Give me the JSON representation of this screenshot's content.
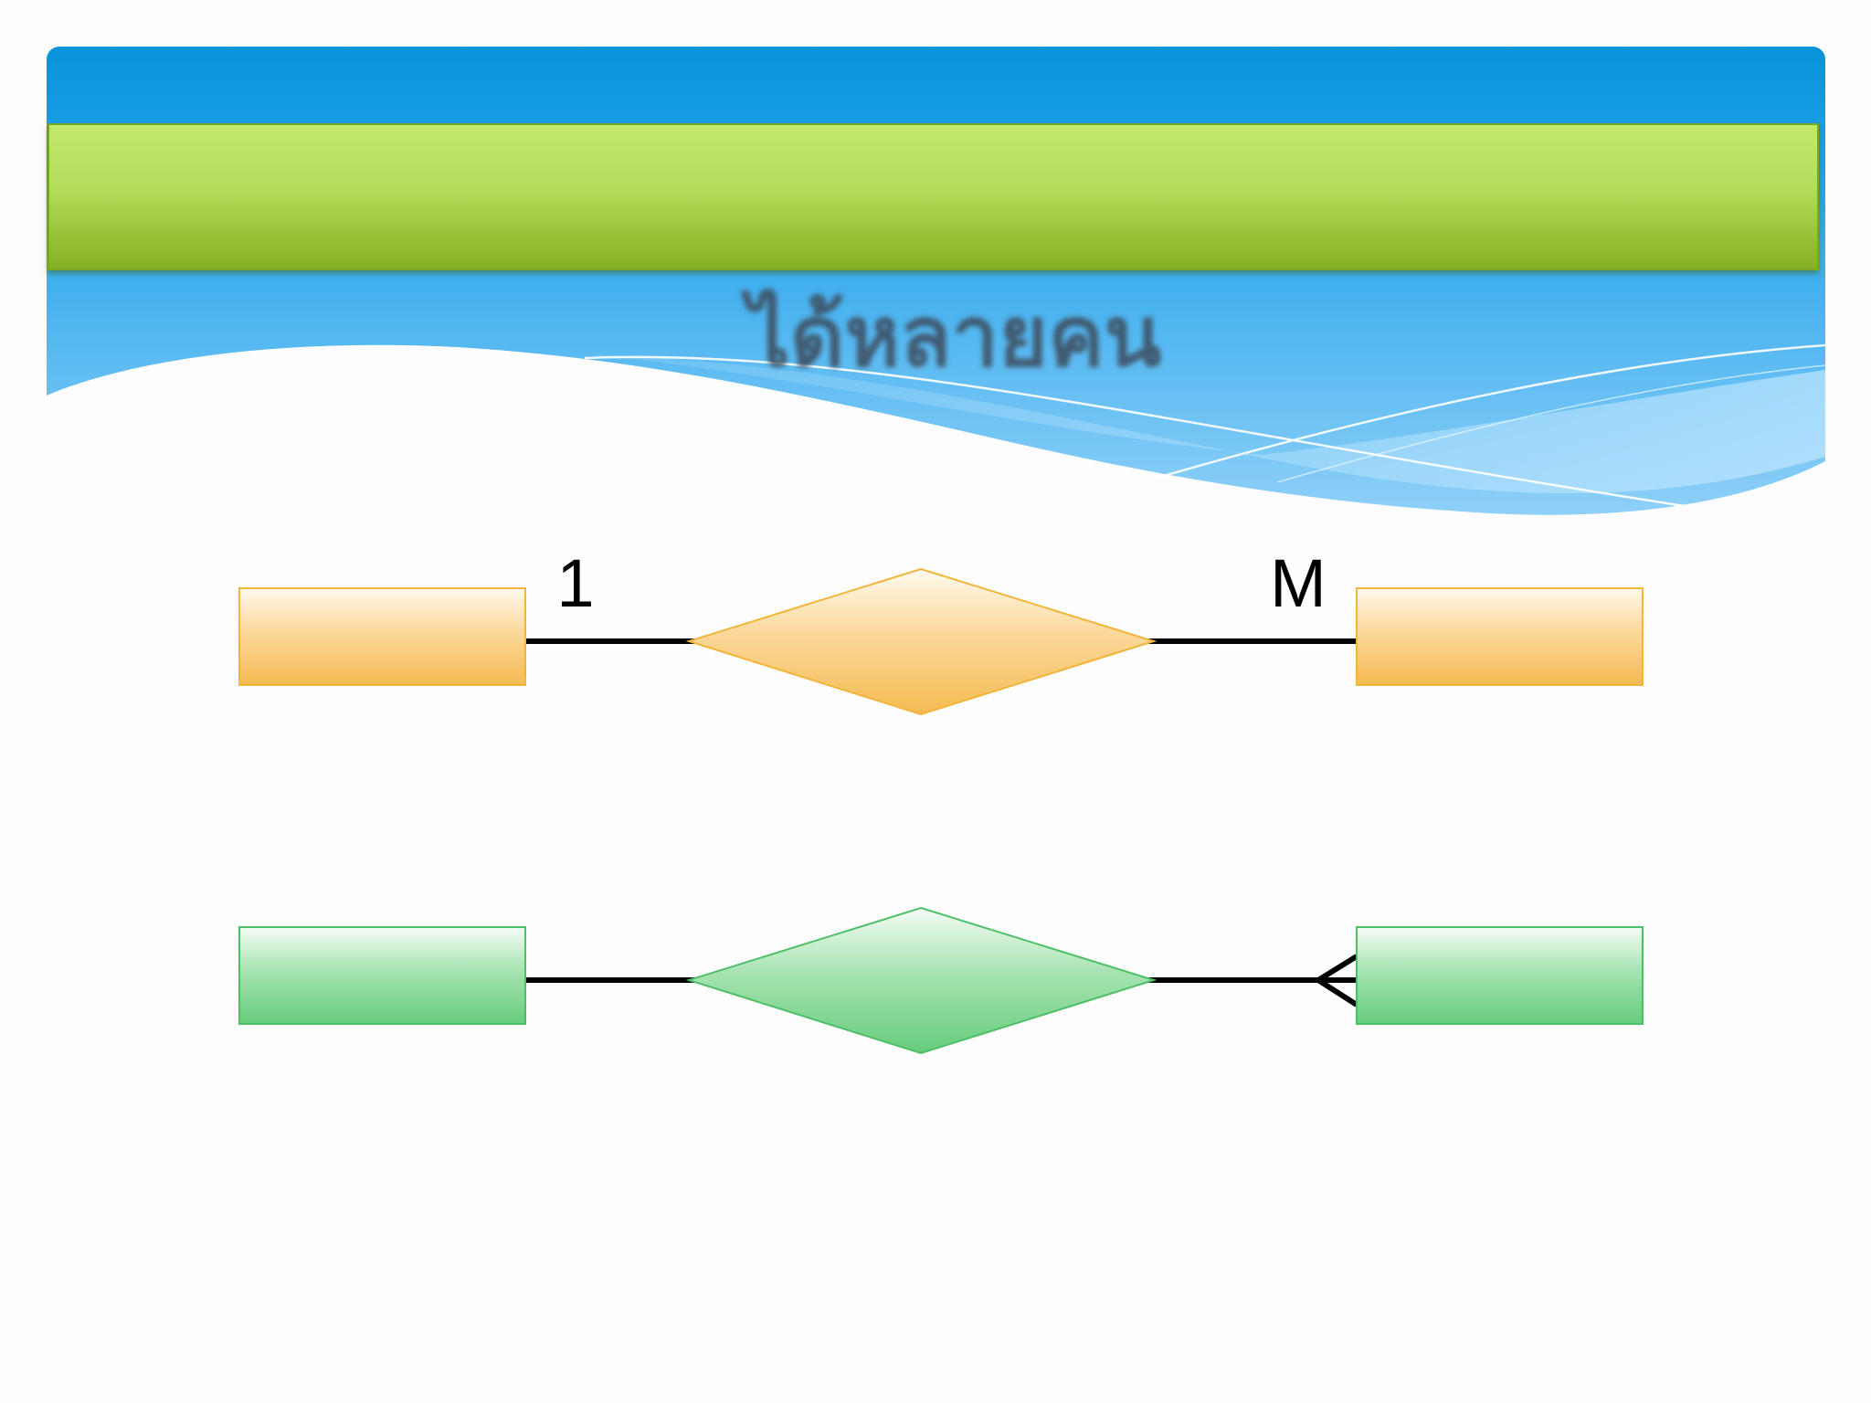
{
  "slide": {
    "subtitle_text": "ได้หลายคน"
  },
  "diagram": {
    "one_to_many_chen": {
      "left_cardinality": "1",
      "right_cardinality": "M"
    }
  }
}
